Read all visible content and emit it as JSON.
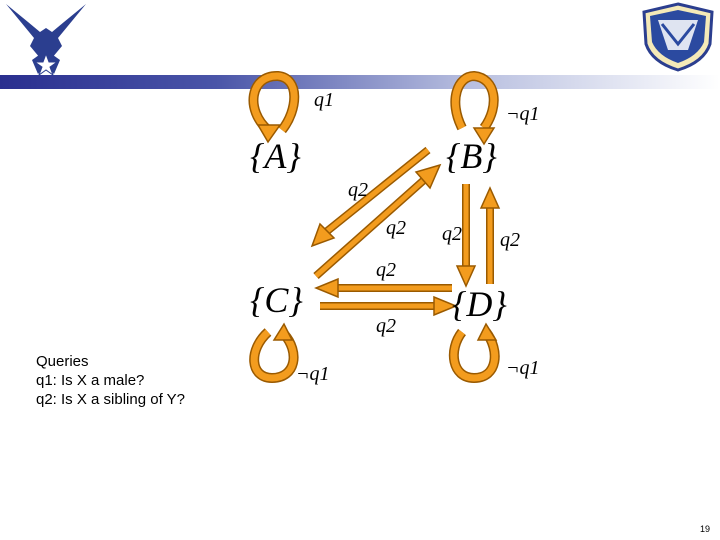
{
  "slide": {
    "queries_title": "Queries",
    "query_1": "q1: Is X a male?",
    "query_2": "q2: Is X a sibling of Y?",
    "page_number": "19"
  },
  "diagram": {
    "nodes": {
      "A": "{A}",
      "B": "{B}",
      "C": "{C}",
      "D": "{D}"
    },
    "edge_labels": {
      "A_self": "q1",
      "B_self": "¬q1",
      "C_self": "¬q1",
      "D_self": "¬q1",
      "A_to_C": "q2",
      "C_to_A": "q2",
      "B_to_D": "q2",
      "D_to_B": "q2",
      "D_to_C": "q2",
      "C_to_D": "q2"
    }
  },
  "colors": {
    "arrow_fill": "#f39c1e",
    "arrow_stroke": "#9a5a00",
    "header_bar": "#2a2f8f"
  },
  "icons": {
    "left_logo": "air-force-wings-logo",
    "right_logo": "research-laboratory-shield-logo"
  }
}
